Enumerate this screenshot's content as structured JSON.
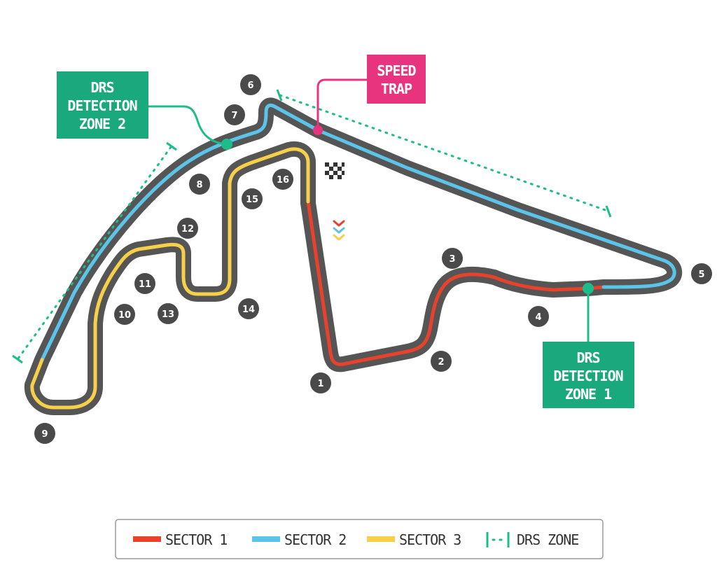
{
  "colors": {
    "track": "#555555",
    "sector1": "#e8412c",
    "sector2": "#5bc4e8",
    "sector3": "#f7d04a",
    "drs": "#1ebc8a",
    "drs_box": "#1aa97c",
    "speed_trap": "#e8347f",
    "corner_badge": "#4a4a4a"
  },
  "corners": [
    "1",
    "2",
    "3",
    "4",
    "5",
    "6",
    "7",
    "8",
    "9",
    "10",
    "11",
    "12",
    "13",
    "14",
    "15",
    "16"
  ],
  "callouts": {
    "speed_trap": [
      "SPEED",
      "TRAP"
    ],
    "drs_detection_zone_1": [
      "DRS",
      "DETECTION",
      "ZONE 1"
    ],
    "drs_detection_zone_2": [
      "DRS",
      "DETECTION",
      "ZONE 2"
    ]
  },
  "legend": {
    "sector1": "SECTOR 1",
    "sector2": "SECTOR 2",
    "sector3": "SECTOR 3",
    "drs_zone": "DRS ZONE"
  }
}
